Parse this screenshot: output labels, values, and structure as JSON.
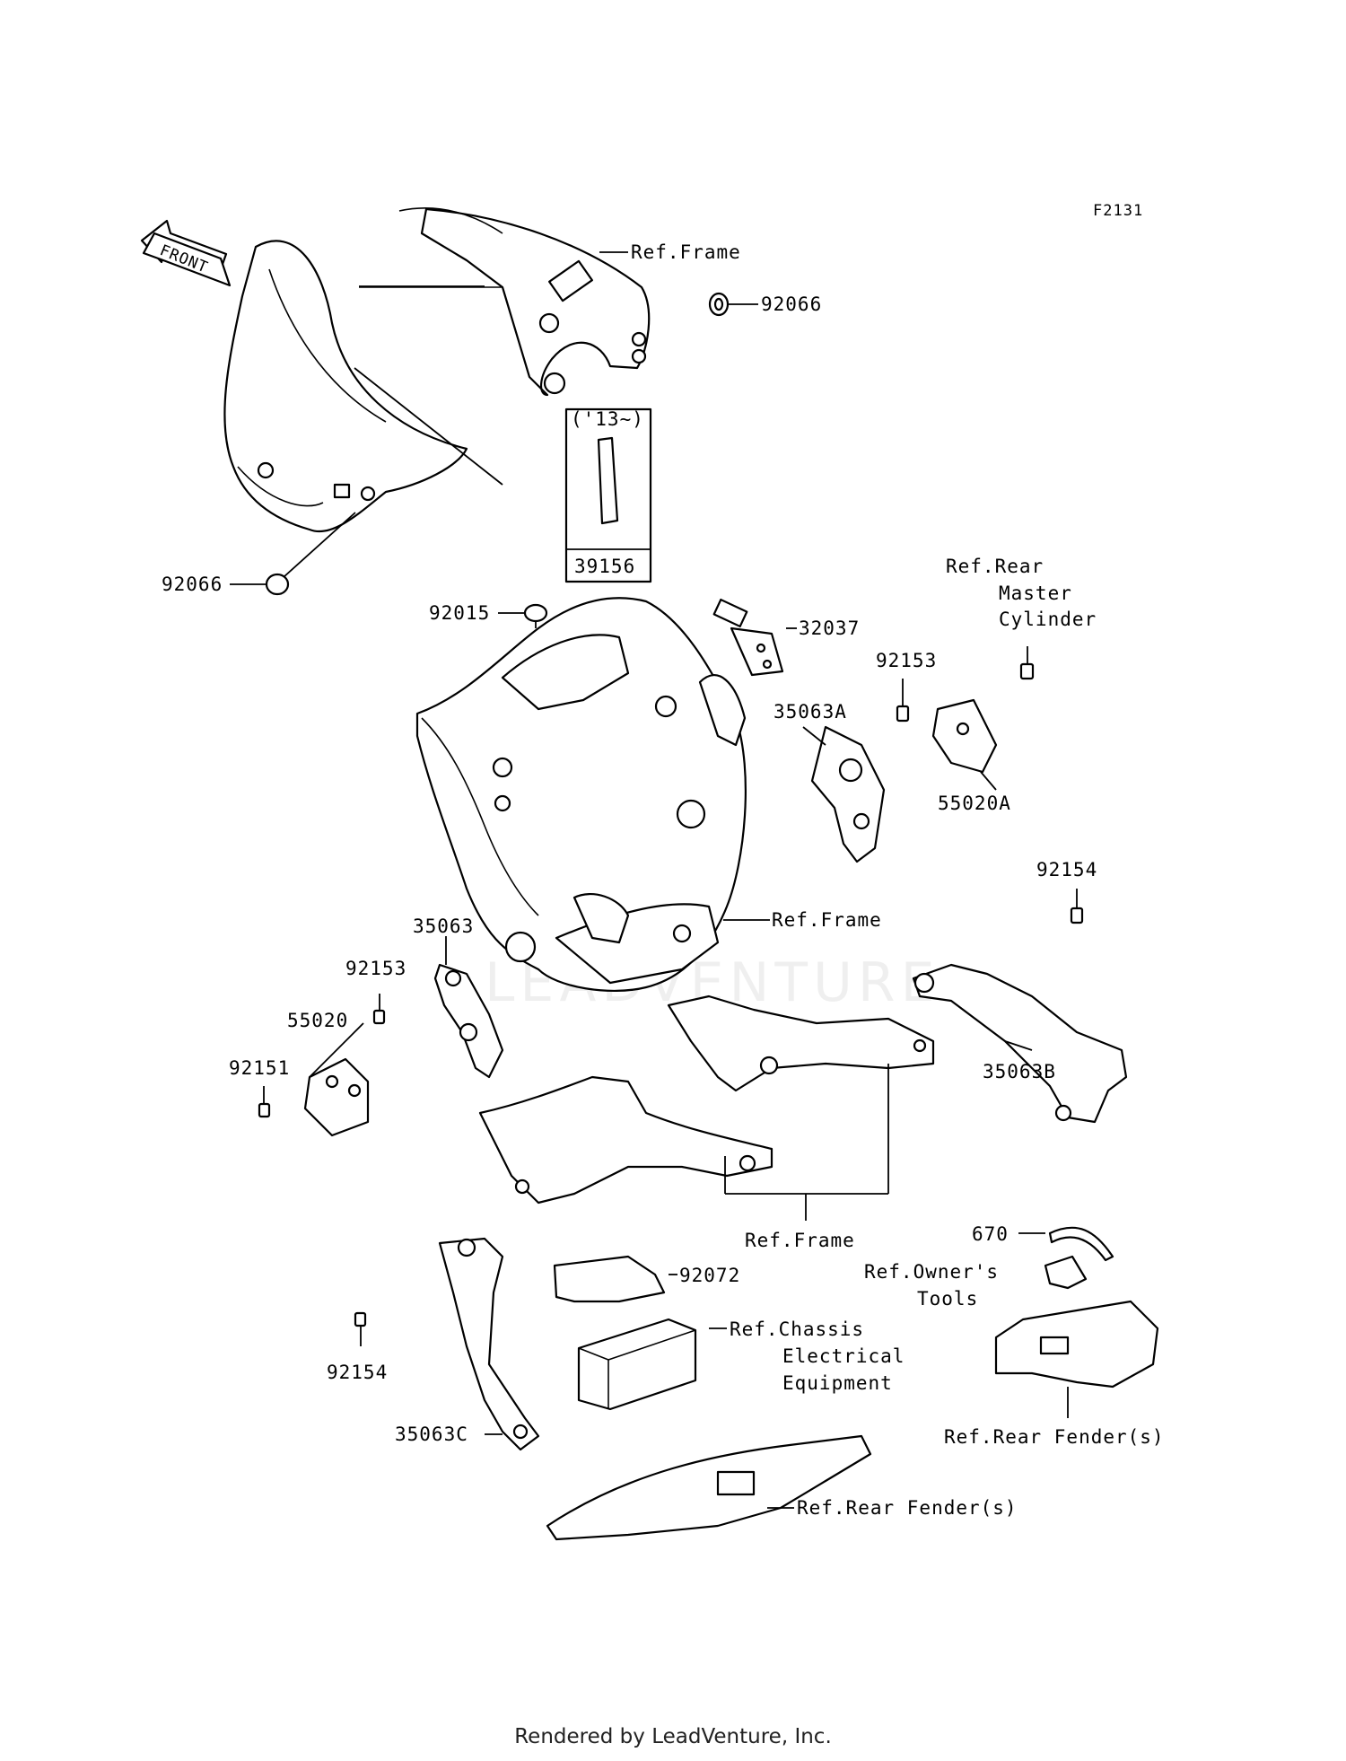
{
  "diagram_code": "F2131",
  "front_arrow_label": "FRONT",
  "watermark": "LEADVENTURE",
  "footer": "Rendered by LeadVenture, Inc.",
  "labels": {
    "ref_frame_top": "Ref.Frame",
    "p92066_top": "92066",
    "year_note": "('13~)",
    "p39156": "39156",
    "p92066_left": "92066",
    "p92015": "92015",
    "p32037": "32037",
    "ref_rear_master_1": "Ref.Rear",
    "ref_rear_master_2": "Master",
    "ref_rear_master_3": "Cylinder",
    "p92153_right": "92153",
    "p35063A": "35063A",
    "p55020A": "55020A",
    "p92154_right": "92154",
    "ref_frame_mid": "Ref.Frame",
    "p35063": "35063",
    "p92153_left": "92153",
    "p55020": "55020",
    "p92151": "92151",
    "p35063B": "35063B",
    "ref_frame_bottom": "Ref.Frame",
    "p670": "670",
    "ref_owners_1": "Ref.Owner's",
    "ref_owners_2": "Tools",
    "p92072": "92072",
    "ref_chassis_1": "Ref.Chassis",
    "ref_chassis_2": "Electrical",
    "ref_chassis_3": "Equipment",
    "p92154_left": "92154",
    "p35063C": "35063C",
    "ref_rear_fender_right": "Ref.Rear Fender(s)",
    "ref_rear_fender_bottom": "Ref.Rear Fender(s)"
  }
}
